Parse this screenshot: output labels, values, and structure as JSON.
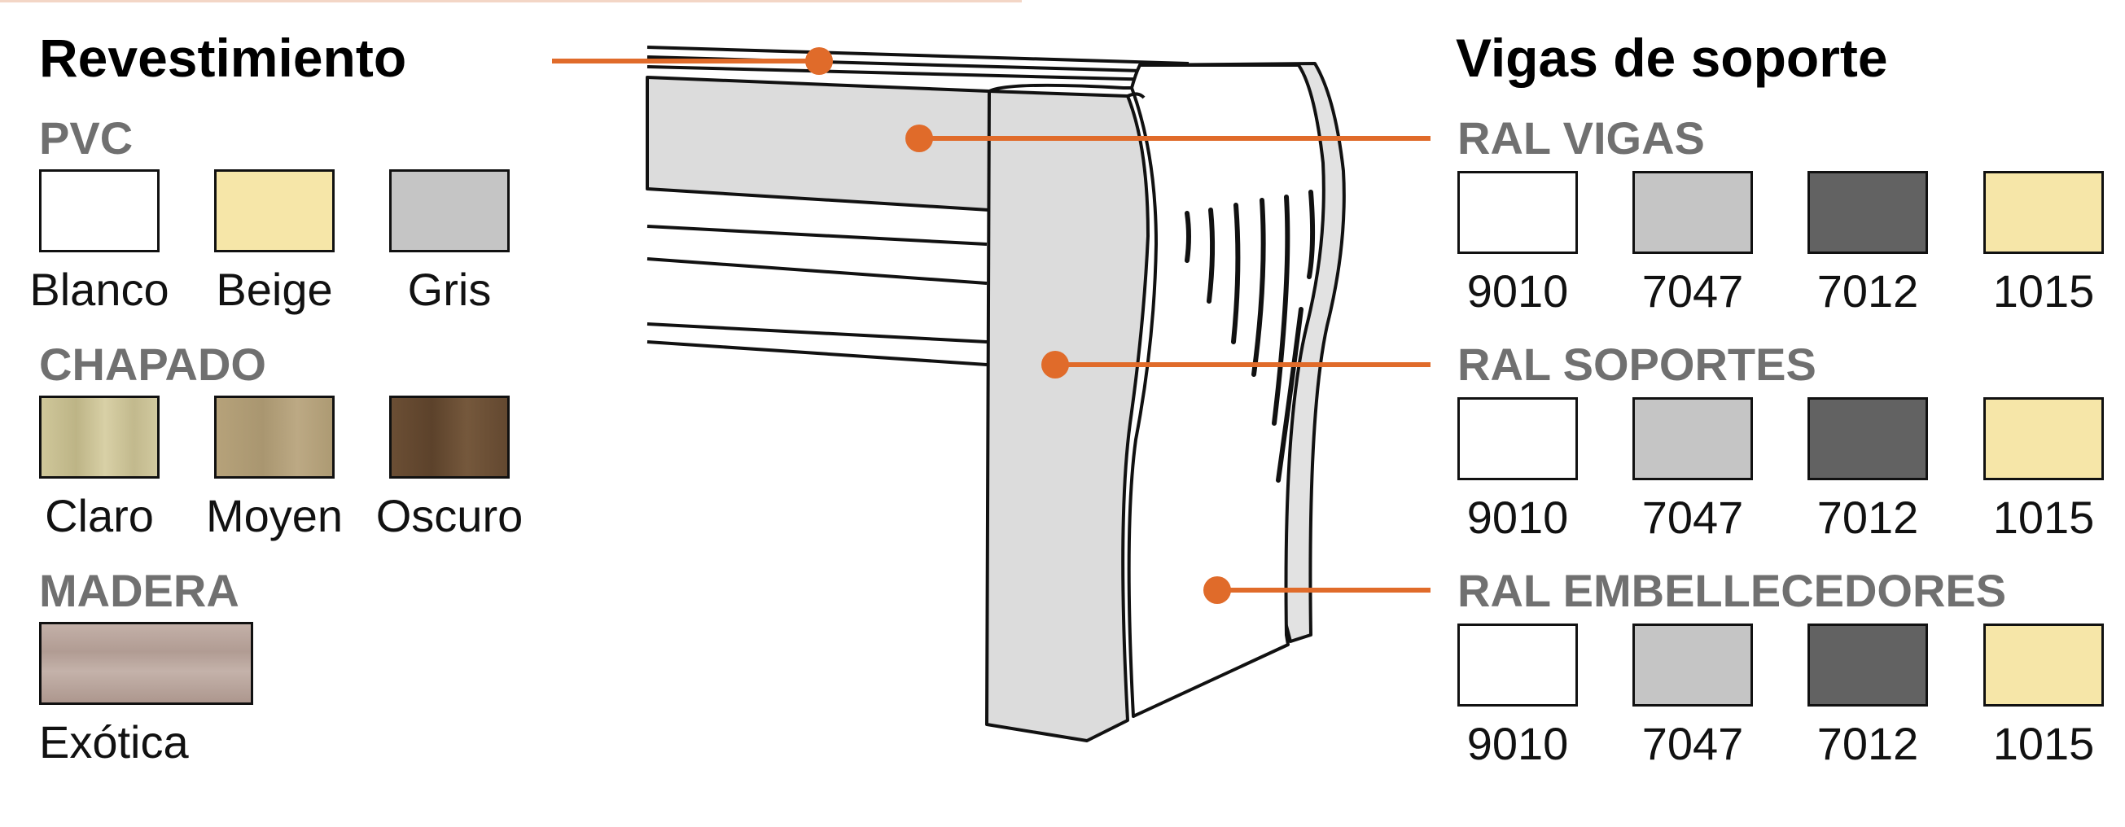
{
  "colors": {
    "accent": "#e06b2a",
    "section_gray": "#707070"
  },
  "left": {
    "title": "Revestimiento",
    "groups": [
      {
        "name": "PVC",
        "items": [
          {
            "label": "Blanco",
            "color": "#ffffff"
          },
          {
            "label": "Beige",
            "color": "#f6e6a8"
          },
          {
            "label": "Gris",
            "color": "#c5c5c5"
          }
        ]
      },
      {
        "name": "CHAPADO",
        "items": [
          {
            "label": "Claro",
            "color": "#cfc79a"
          },
          {
            "label": "Moyen",
            "color": "#b6a27a"
          },
          {
            "label": "Oscuro",
            "color": "#6b4e34"
          }
        ]
      },
      {
        "name": "MADERA",
        "items": [
          {
            "label": "Exótica",
            "color": "#b9a49c"
          }
        ]
      }
    ]
  },
  "right": {
    "title": "Vigas de soporte",
    "groups": [
      {
        "name": "RAL VIGAS",
        "items": [
          {
            "label": "9010",
            "color": "#ffffff"
          },
          {
            "label": "7047",
            "color": "#c5c5c5"
          },
          {
            "label": "7012",
            "color": "#626262"
          },
          {
            "label": "1015",
            "color": "#f6e6a8"
          }
        ]
      },
      {
        "name": "RAL SOPORTES",
        "items": [
          {
            "label": "9010",
            "color": "#ffffff"
          },
          {
            "label": "7047",
            "color": "#c5c5c5"
          },
          {
            "label": "7012",
            "color": "#626262"
          },
          {
            "label": "1015",
            "color": "#f6e6a8"
          }
        ]
      },
      {
        "name": "RAL EMBELLECEDORES",
        "items": [
          {
            "label": "9010",
            "color": "#ffffff"
          },
          {
            "label": "7047",
            "color": "#c5c5c5"
          },
          {
            "label": "7012",
            "color": "#626262"
          },
          {
            "label": "1015",
            "color": "#f6e6a8"
          }
        ]
      }
    ]
  }
}
